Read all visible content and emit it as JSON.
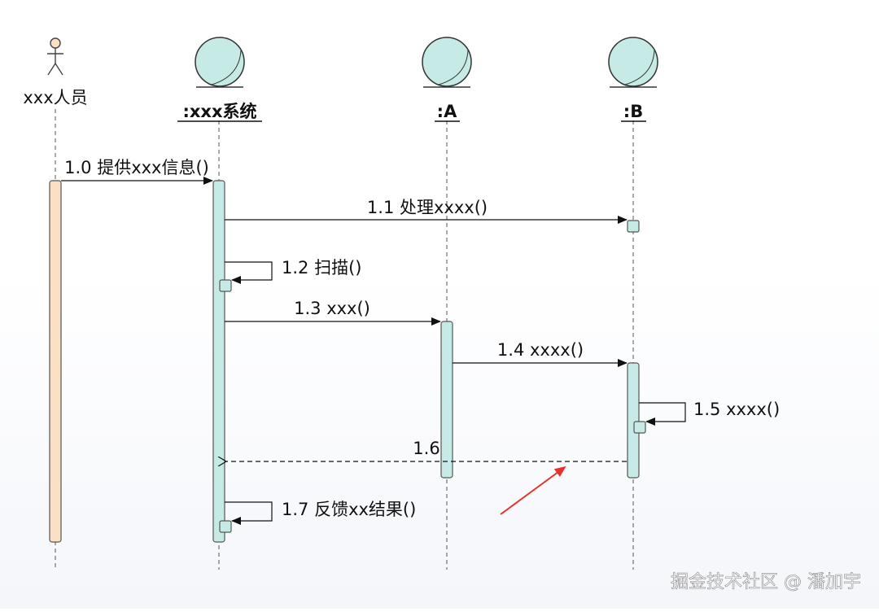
{
  "participants": [
    {
      "id": "actor",
      "label": "xxx人员",
      "kind": "actor"
    },
    {
      "id": "sys",
      "label": ":xxx系统",
      "kind": "entity"
    },
    {
      "id": "a",
      "label": ":A",
      "kind": "entity"
    },
    {
      "id": "b",
      "label": ":B",
      "kind": "entity"
    }
  ],
  "messages": [
    {
      "id": "m1_0",
      "label": "1.0 提供xxx信息()"
    },
    {
      "id": "m1_1",
      "label": "1.1 处理xxxx()"
    },
    {
      "id": "m1_2",
      "label": "1.2 扫描()"
    },
    {
      "id": "m1_3",
      "label": "1.3 xxx()"
    },
    {
      "id": "m1_4",
      "label": "1.4 xxxx()"
    },
    {
      "id": "m1_5",
      "label": "1.5 xxxx()"
    },
    {
      "id": "m1_6",
      "label": "1.6"
    },
    {
      "id": "m1_7",
      "label": "1.7 反馈xx结果()"
    }
  ],
  "watermark": "掘金技术社区 @ 潘加宇",
  "colors": {
    "activation_fill": "#c6ebe6",
    "actor_bar_fill": "#fbe0c3",
    "entity_fill": "#c6ebe6",
    "annotation_arrow": "#e8312a"
  },
  "icons": {
    "actor": "stick-figure-icon",
    "entity": "entity-circle-icon"
  }
}
